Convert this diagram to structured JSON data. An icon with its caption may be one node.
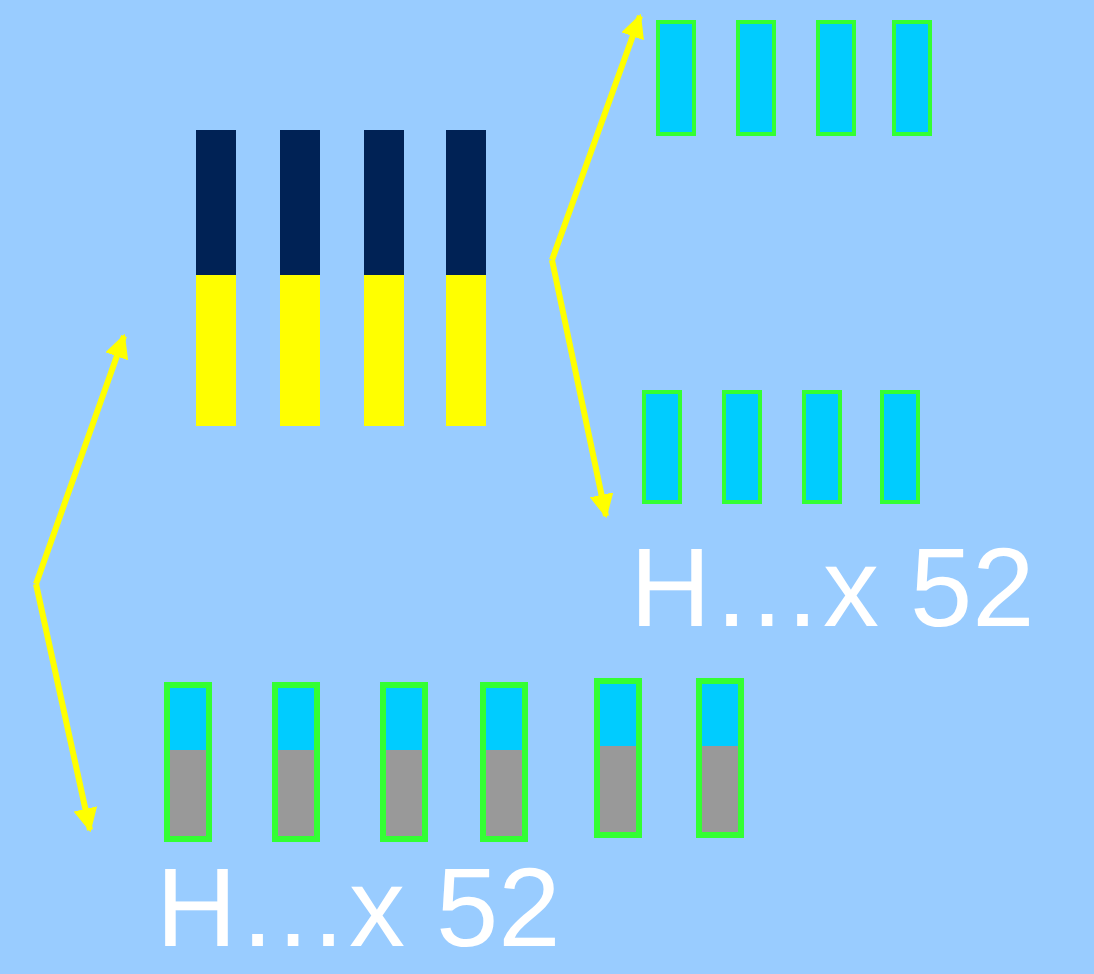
{
  "diagram": {
    "nodes": [
      {
        "text": [],
        "shape": "bar"
      },
      {
        "text": [],
        "shape": "bar"
      },
      {
        "text": [],
        "shape": "bar"
      },
      {
        "text": [],
        "shape": "bar"
      },
      {
        "text": [],
        "shape": "bar"
      },
      {
        "text": [],
        "shape": "bar"
      },
      {
        "text": [],
        "shape": "bar"
      },
      {
        "text": [],
        "shape": "bar"
      },
      {
        "text": [],
        "shape": "bar"
      },
      {
        "text": [],
        "shape": "bar"
      },
      {
        "text": [],
        "shape": "bar"
      },
      {
        "text": [],
        "shape": "bar"
      },
      {
        "text": [],
        "shape": "bar"
      },
      {
        "text": [],
        "shape": "bar"
      },
      {
        "text": [],
        "shape": "bar"
      },
      {
        "text": [],
        "shape": "bar"
      },
      {
        "text": [],
        "shape": "bar"
      },
      {
        "text": [],
        "shape": "bar"
      }
    ],
    "edges": [
      {
        "from": null,
        "to": 4,
        "arrow": "to"
      },
      {
        "from": null,
        "to": 8,
        "arrow": "to"
      },
      {
        "from": null,
        "to": 0,
        "arrow": "to"
      },
      {
        "from": null,
        "to": 12,
        "arrow": "to"
      }
    ],
    "labels": [
      "H…x 52",
      "H…x 52"
    ]
  }
}
